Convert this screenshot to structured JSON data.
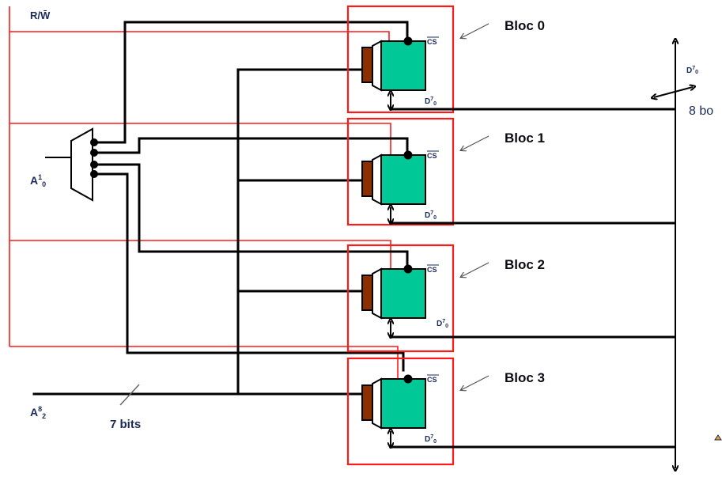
{
  "diagram": {
    "title": "Memory organisation: 4 blocks with address decoder",
    "signals": {
      "rw": "R/W̄",
      "a10_base": "A",
      "a10_sup": "1",
      "a10_sub": "0",
      "a82_base": "A",
      "a82_sup": "8",
      "a82_sub": "2",
      "bus_width": "7 bits",
      "data_bus_base": "D",
      "data_bus_sup": "7",
      "data_bus_sub": "0",
      "data_bus_width": "8 bo"
    },
    "blocks": [
      {
        "label": "Bloc 0",
        "cs": "CS",
        "data_base": "D",
        "data_sup": "7",
        "data_sub": "0"
      },
      {
        "label": "Bloc 1",
        "cs": "CS",
        "data_base": "D",
        "data_sup": "7",
        "data_sub": "0"
      },
      {
        "label": "Bloc 2",
        "cs": "CS",
        "data_base": "D",
        "data_sup": "7",
        "data_sub": "0"
      },
      {
        "label": "Bloc 3",
        "cs": "CS",
        "data_base": "D",
        "data_sup": "7",
        "data_sub": "0"
      }
    ],
    "colors": {
      "chip_fill": "#00c896",
      "connector_fill": "#8b2e00",
      "enable_wire": "#ff1a1a",
      "block_outline": "#ff1a1a",
      "wire": "#000000"
    }
  }
}
